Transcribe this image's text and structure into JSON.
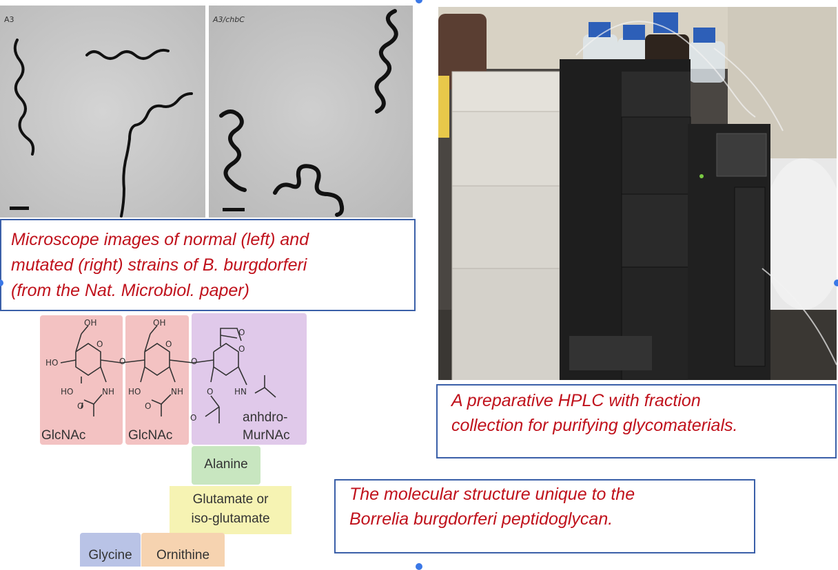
{
  "microscope": {
    "left_label": "A3",
    "right_label": "A3/chbC",
    "caption_lines": [
      "Microscope images of normal (left) and",
      "mutated (right) strains of B. burgdorferi",
      "(from the Nat. Microbiol. paper)"
    ]
  },
  "hplc": {
    "caption_lines": [
      "A preparative HPLC with fraction",
      "collection for purifying glycomaterials."
    ]
  },
  "molecule": {
    "caption_lines": [
      "The molecular structure unique to the",
      "Borrelia burgdorferi peptidoglycan."
    ],
    "atoms": {
      "oh1": "OH",
      "oh2": "OH",
      "ho1": "HO",
      "ho2": "HO",
      "ho3": "HO",
      "nh1": "NH",
      "nh2": "NH",
      "hn": "HN",
      "o1": "O",
      "o2": "O",
      "o3": "O",
      "o4": "O",
      "o5": "O",
      "o6": "O",
      "o7": "O",
      "o8": "O",
      "o9": "O",
      "o10": "O"
    },
    "sugar1": "GlcNAc",
    "sugar2": "GlcNAc",
    "sugar3_line1": "anhdro-",
    "sugar3_line2": "MurNAc",
    "aa1": "Alanine",
    "aa2_line1": "Glutamate or",
    "aa2_line2": "iso-glutamate",
    "aa3": "Glycine",
    "aa4": "Ornithine"
  },
  "colors": {
    "caption_text": "#c0121c",
    "caption_border": "#3a5fa8",
    "glcnac_bg": "#f3c2c2",
    "murnac_bg": "#e0c9ea",
    "alanine_bg": "#c8e6c0",
    "glutamate_bg": "#f6f3b3",
    "glycine_bg": "#b9c3e6",
    "ornithine_bg": "#f6d3b0"
  }
}
